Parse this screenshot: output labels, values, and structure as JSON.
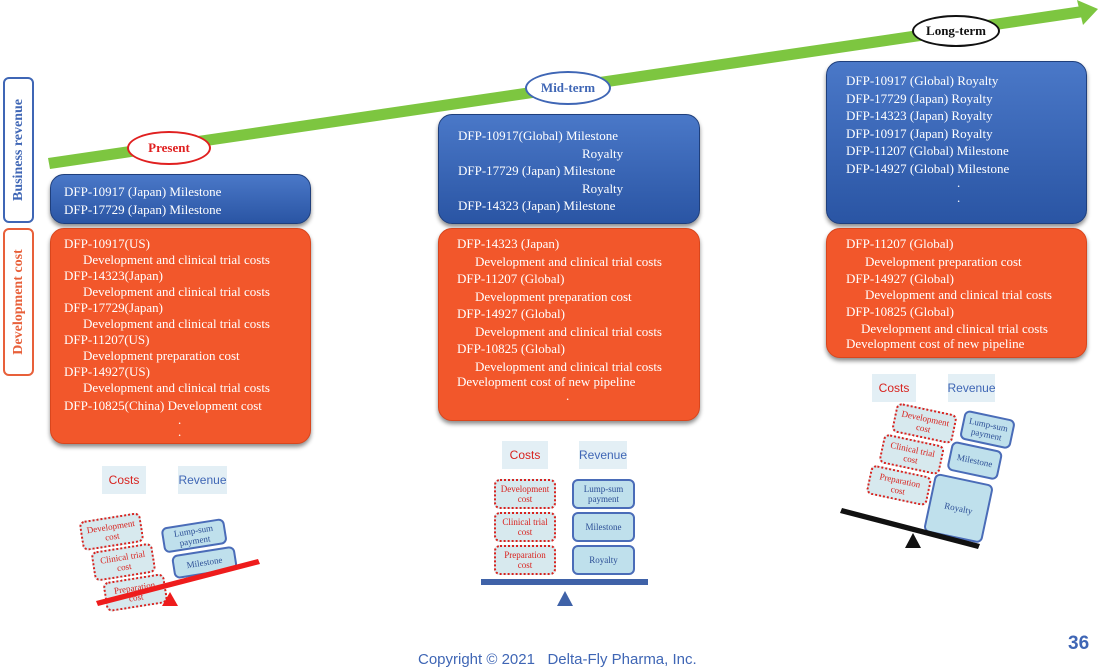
{
  "timeline": {
    "present": "Present",
    "mid_term": "Mid-term",
    "long_term": "Long-term"
  },
  "side_labels": {
    "business_revenue": "Business revenue",
    "development_cost": "Development cost"
  },
  "present": {
    "revenue": [
      "DFP-10917 (Japan) Milestone",
      "DFP-17729 (Japan) Milestone"
    ],
    "cost": [
      "DFP-10917(US)",
      "Development and clinical  trial costs",
      "DFP-14323(Japan)",
      "Development and clinical  trial costs",
      "DFP-17729(Japan)",
      "Development and clinical  trial costs",
      "DFP-11207(US)",
      "Development preparation cost",
      "DFP-14927(US)",
      "Development and clinical  trial costs",
      "DFP-10825(China) Development cost",
      ".",
      "."
    ]
  },
  "mid": {
    "revenue": [
      "DFP-10917(Global)  Milestone",
      "Royalty",
      "DFP-17729  (Japan)  Milestone",
      "Royalty",
      "DFP-14323  (Japan)  Milestone"
    ],
    "cost": [
      "DFP-14323 (Japan)",
      "Development and clinical  trial costs",
      "DFP-11207 (Global)",
      "Development preparation cost",
      "DFP-14927 (Global)",
      "Development and clinical  trial costs",
      "DFP-10825 (Global)",
      "Development and clinical  trial costs",
      "Development cost of new pipeline",
      "."
    ]
  },
  "long": {
    "revenue": [
      "DFP-10917 (Global)  Royalty",
      "DFP-17729  (Japan)   Royalty",
      "DFP-14323  (Japan)   Royalty",
      "DFP-10917  (Japan)    Royalty",
      "DFP-11207 (Global)  Milestone",
      "DFP-14927 (Global)  Milestone",
      ".",
      "."
    ],
    "cost": [
      "DFP-11207 (Global)",
      "Development preparation cost",
      "DFP-14927 (Global)",
      "Development and clinical  trial costs",
      "DFP-10825 (Global)",
      "Development and clinical  trial costs",
      "Development cost of new pipeline"
    ]
  },
  "balance": {
    "costs_label": "Costs",
    "revenue_label": "Revenue",
    "development_cost": "Development cost",
    "clinical_trial_cost": "Clinical  trial cost",
    "preparation_cost": "Preparation cost",
    "lump_sum_payment": "Lump-sum payment",
    "milestone": "Milestone",
    "royalty": "Royalty"
  },
  "colors": {
    "arrow": "#7dc640",
    "revenue_box": "#2f5aa8",
    "cost_box": "#f2572b",
    "cost_text": "#d8231f",
    "revenue_text": "#2c4f96"
  },
  "footer": {
    "copyright": "Copyright © 2021   Delta-Fly Pharma, Inc.",
    "page_number": "36"
  }
}
